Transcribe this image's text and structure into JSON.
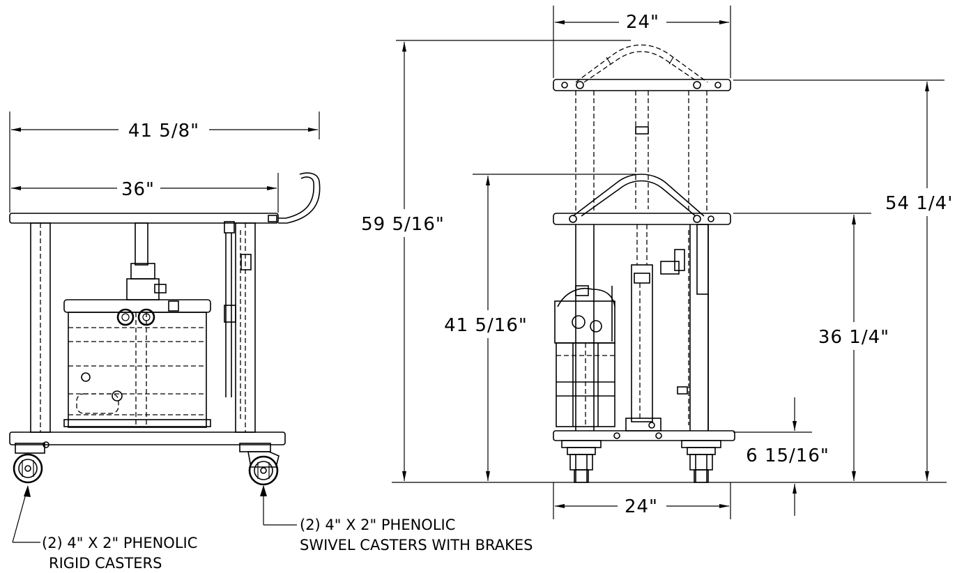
{
  "side_view": {
    "overall_length": "41  5/8\"",
    "frame_length": "36\"",
    "rigid_caster_note": [
      "(2) 4\" X 2\" PHENOLIC",
      "RIGID CASTERS"
    ],
    "swivel_caster_note": [
      "(2) 4\" X 2\" PHENOLIC",
      "SWIVEL CASTERS WITH BRAKES"
    ]
  },
  "front_view": {
    "top_width": "24\"",
    "bottom_width": "24\"",
    "overall_height": "59  5/16\"",
    "lower_handle_height": "41  5/16\"",
    "top_shelf_height": "54  1/4'",
    "middle_shelf_height": "36  1/4\"",
    "bottom_shelf_height": "6  15/16\""
  }
}
